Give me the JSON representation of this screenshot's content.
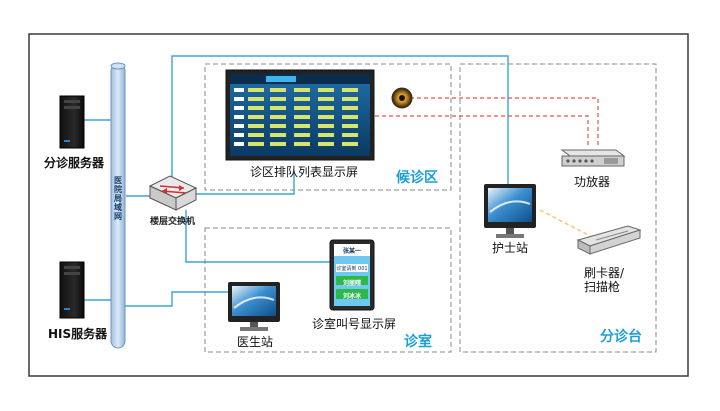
{
  "diagram": {
    "nodes": {
      "triage_server": "分诊服务器",
      "his_server": "HIS服务器",
      "backbone": "医院局域网",
      "switch": "楼层交换机",
      "queue_display": "诊区排队列表显示屏",
      "doctor_station": "医生站",
      "room_call_display": "诊室叫号显示屏",
      "nurse_station": "护士站",
      "amplifier": "功放器",
      "card_reader": "刷卡器/\n扫描枪"
    },
    "zones": {
      "waiting_area": "候诊区",
      "consult_room": "诊室",
      "triage_desk": "分诊台"
    },
    "screen_card": {
      "name": "张某一",
      "room": "诊室请到 001",
      "btn_top": "刘丽晴",
      "btn_bottom": "刘冰冰"
    },
    "colors": {
      "frame": "#3a3a3a",
      "zone_border": "#888888",
      "network_line": "#3aa5d8",
      "audio_line": "#e8524a",
      "card_line": "#f2c46a",
      "zone_label": "#1a9fd6"
    }
  }
}
